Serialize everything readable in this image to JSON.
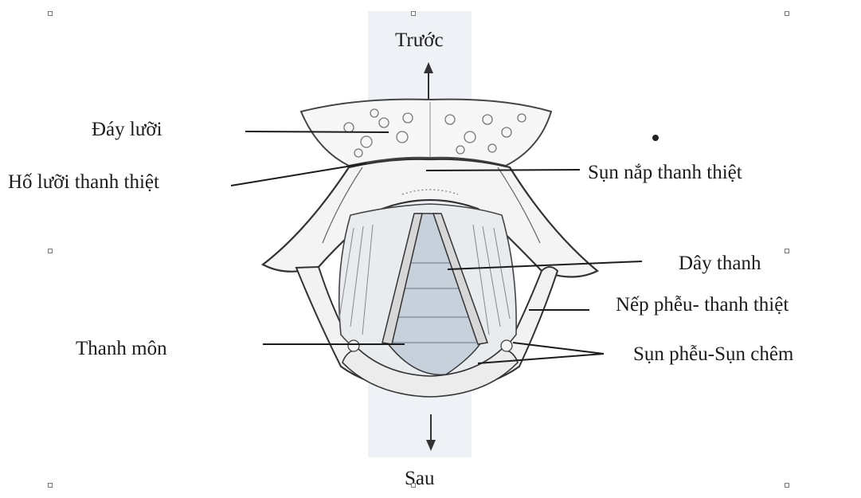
{
  "diagram": {
    "orientation": {
      "front": "Trước",
      "back": "Sau"
    },
    "labels": {
      "tongue_base": "Đáy lưỡi",
      "vallecula": "Hố lưỡi thanh thiệt",
      "epiglottis": "Sụn nắp thanh thiệt",
      "vocal_cord": "Dây thanh",
      "aryepiglottic_fold": "Nếp phễu- thanh thiệt",
      "glottis": "Thanh môn",
      "arytenoid_cuneiform": "Sụn phễu-Sụn chêm"
    }
  }
}
